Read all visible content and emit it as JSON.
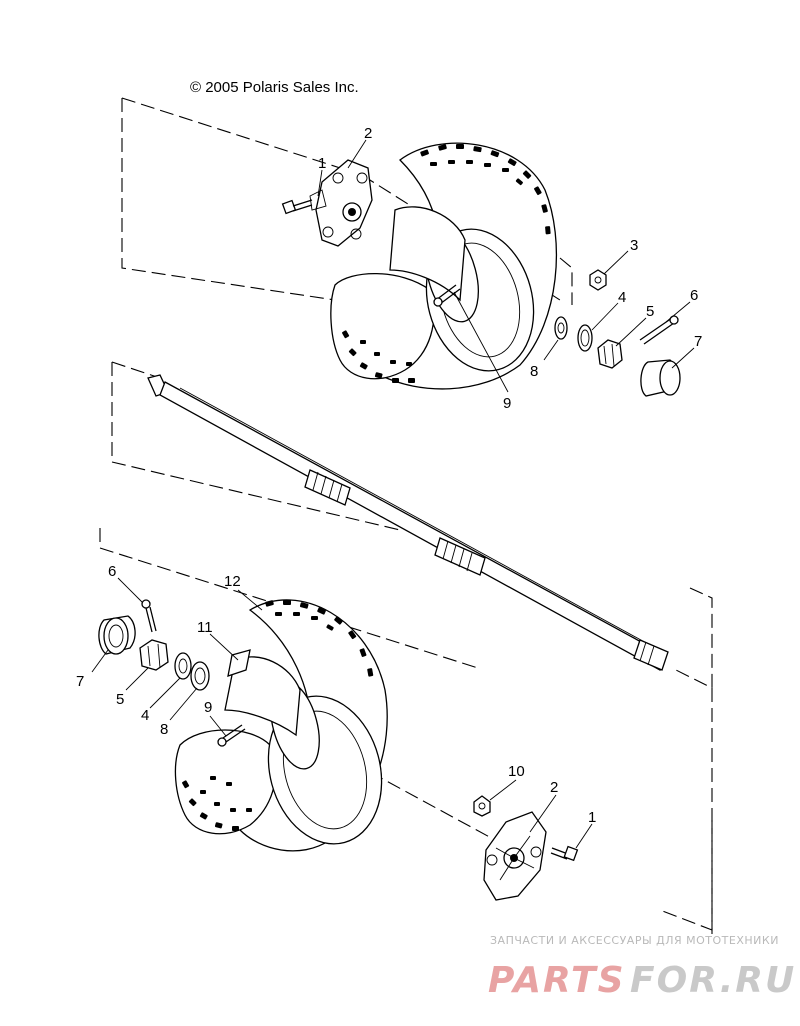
{
  "diagram": {
    "copyright": "© 2005 Polaris Sales Inc.",
    "callouts": [
      {
        "id": "c1-top",
        "label": "1"
      },
      {
        "id": "c2-top",
        "label": "2"
      },
      {
        "id": "c3-top",
        "label": "3"
      },
      {
        "id": "c4-top",
        "label": "4"
      },
      {
        "id": "c5-top",
        "label": "5"
      },
      {
        "id": "c6-top",
        "label": "6"
      },
      {
        "id": "c7-top",
        "label": "7"
      },
      {
        "id": "c8-top",
        "label": "8"
      },
      {
        "id": "c9-top",
        "label": "9"
      },
      {
        "id": "c6-bot",
        "label": "6"
      },
      {
        "id": "c7-bot",
        "label": "7"
      },
      {
        "id": "c5-bot",
        "label": "5"
      },
      {
        "id": "c4-bot",
        "label": "4"
      },
      {
        "id": "c8-bot",
        "label": "8"
      },
      {
        "id": "c9-bot",
        "label": "9"
      },
      {
        "id": "c11-bot",
        "label": "11"
      },
      {
        "id": "c12-bot",
        "label": "12"
      },
      {
        "id": "c10-bot",
        "label": "10"
      },
      {
        "id": "c2-bot",
        "label": "2"
      },
      {
        "id": "c1-bot",
        "label": "1"
      }
    ]
  },
  "watermark": {
    "tagline": "ЗАПЧАСТИ И АКСЕССУАРЫ ДЛЯ МОТОТЕХНИКИ",
    "logo_left": "PARTS",
    "logo_right": "FOR.RU",
    "color_left": "#e8a3a3",
    "color_right": "#c9c9c9"
  }
}
